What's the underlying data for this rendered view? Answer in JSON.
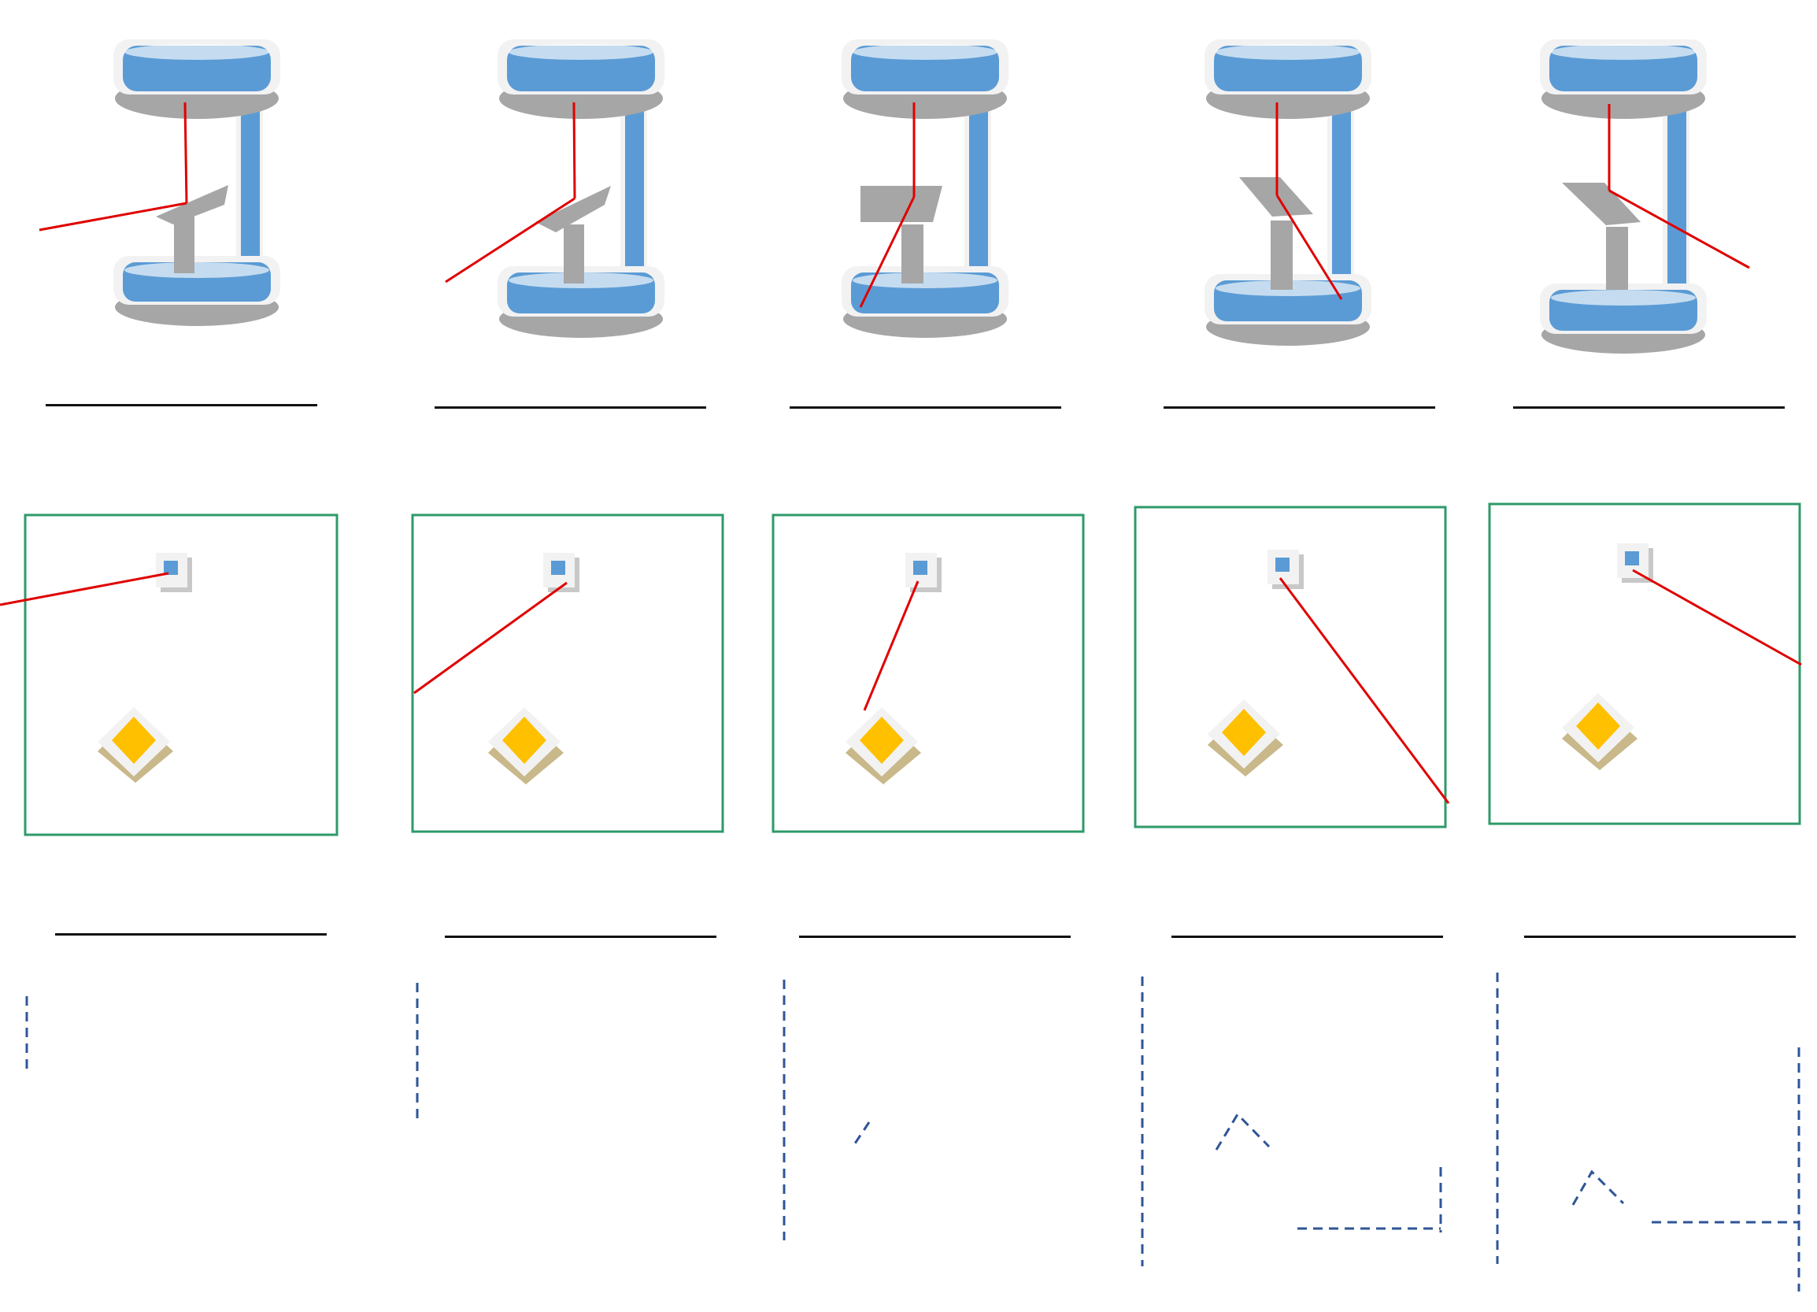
{
  "figure": {
    "panel_count": 5,
    "rows": [
      "side-view",
      "top-view",
      "trace-view"
    ],
    "colors": {
      "cylinder_blue": "#5b9bd5",
      "cylinder_rim": "#f2f2f2",
      "cylinder_shadow": "#a6a6a6",
      "mirror_gray": "#a6a6a6",
      "laser_red": "#e00000",
      "frame_green": "#2e9a6a",
      "target_gold": "#ffc000",
      "target_base": "#c9b88a",
      "trace_dashed_blue": "#2f5597",
      "answer_line": "#111111"
    },
    "icons": {
      "cylinder": "cylinder-icon",
      "mirror": "mirror-icon",
      "laser_beam": "laser-beam",
      "source_marker": "source-marker-icon",
      "target_marker": "target-diamond-icon"
    },
    "mirror_tilt_sequence": [
      "left",
      "left",
      "front",
      "right",
      "right"
    ],
    "answer_blanks": {
      "side_view": 5,
      "top_view": 5
    },
    "trace_segments_per_panel": [
      1,
      1,
      2,
      4,
      4
    ]
  }
}
